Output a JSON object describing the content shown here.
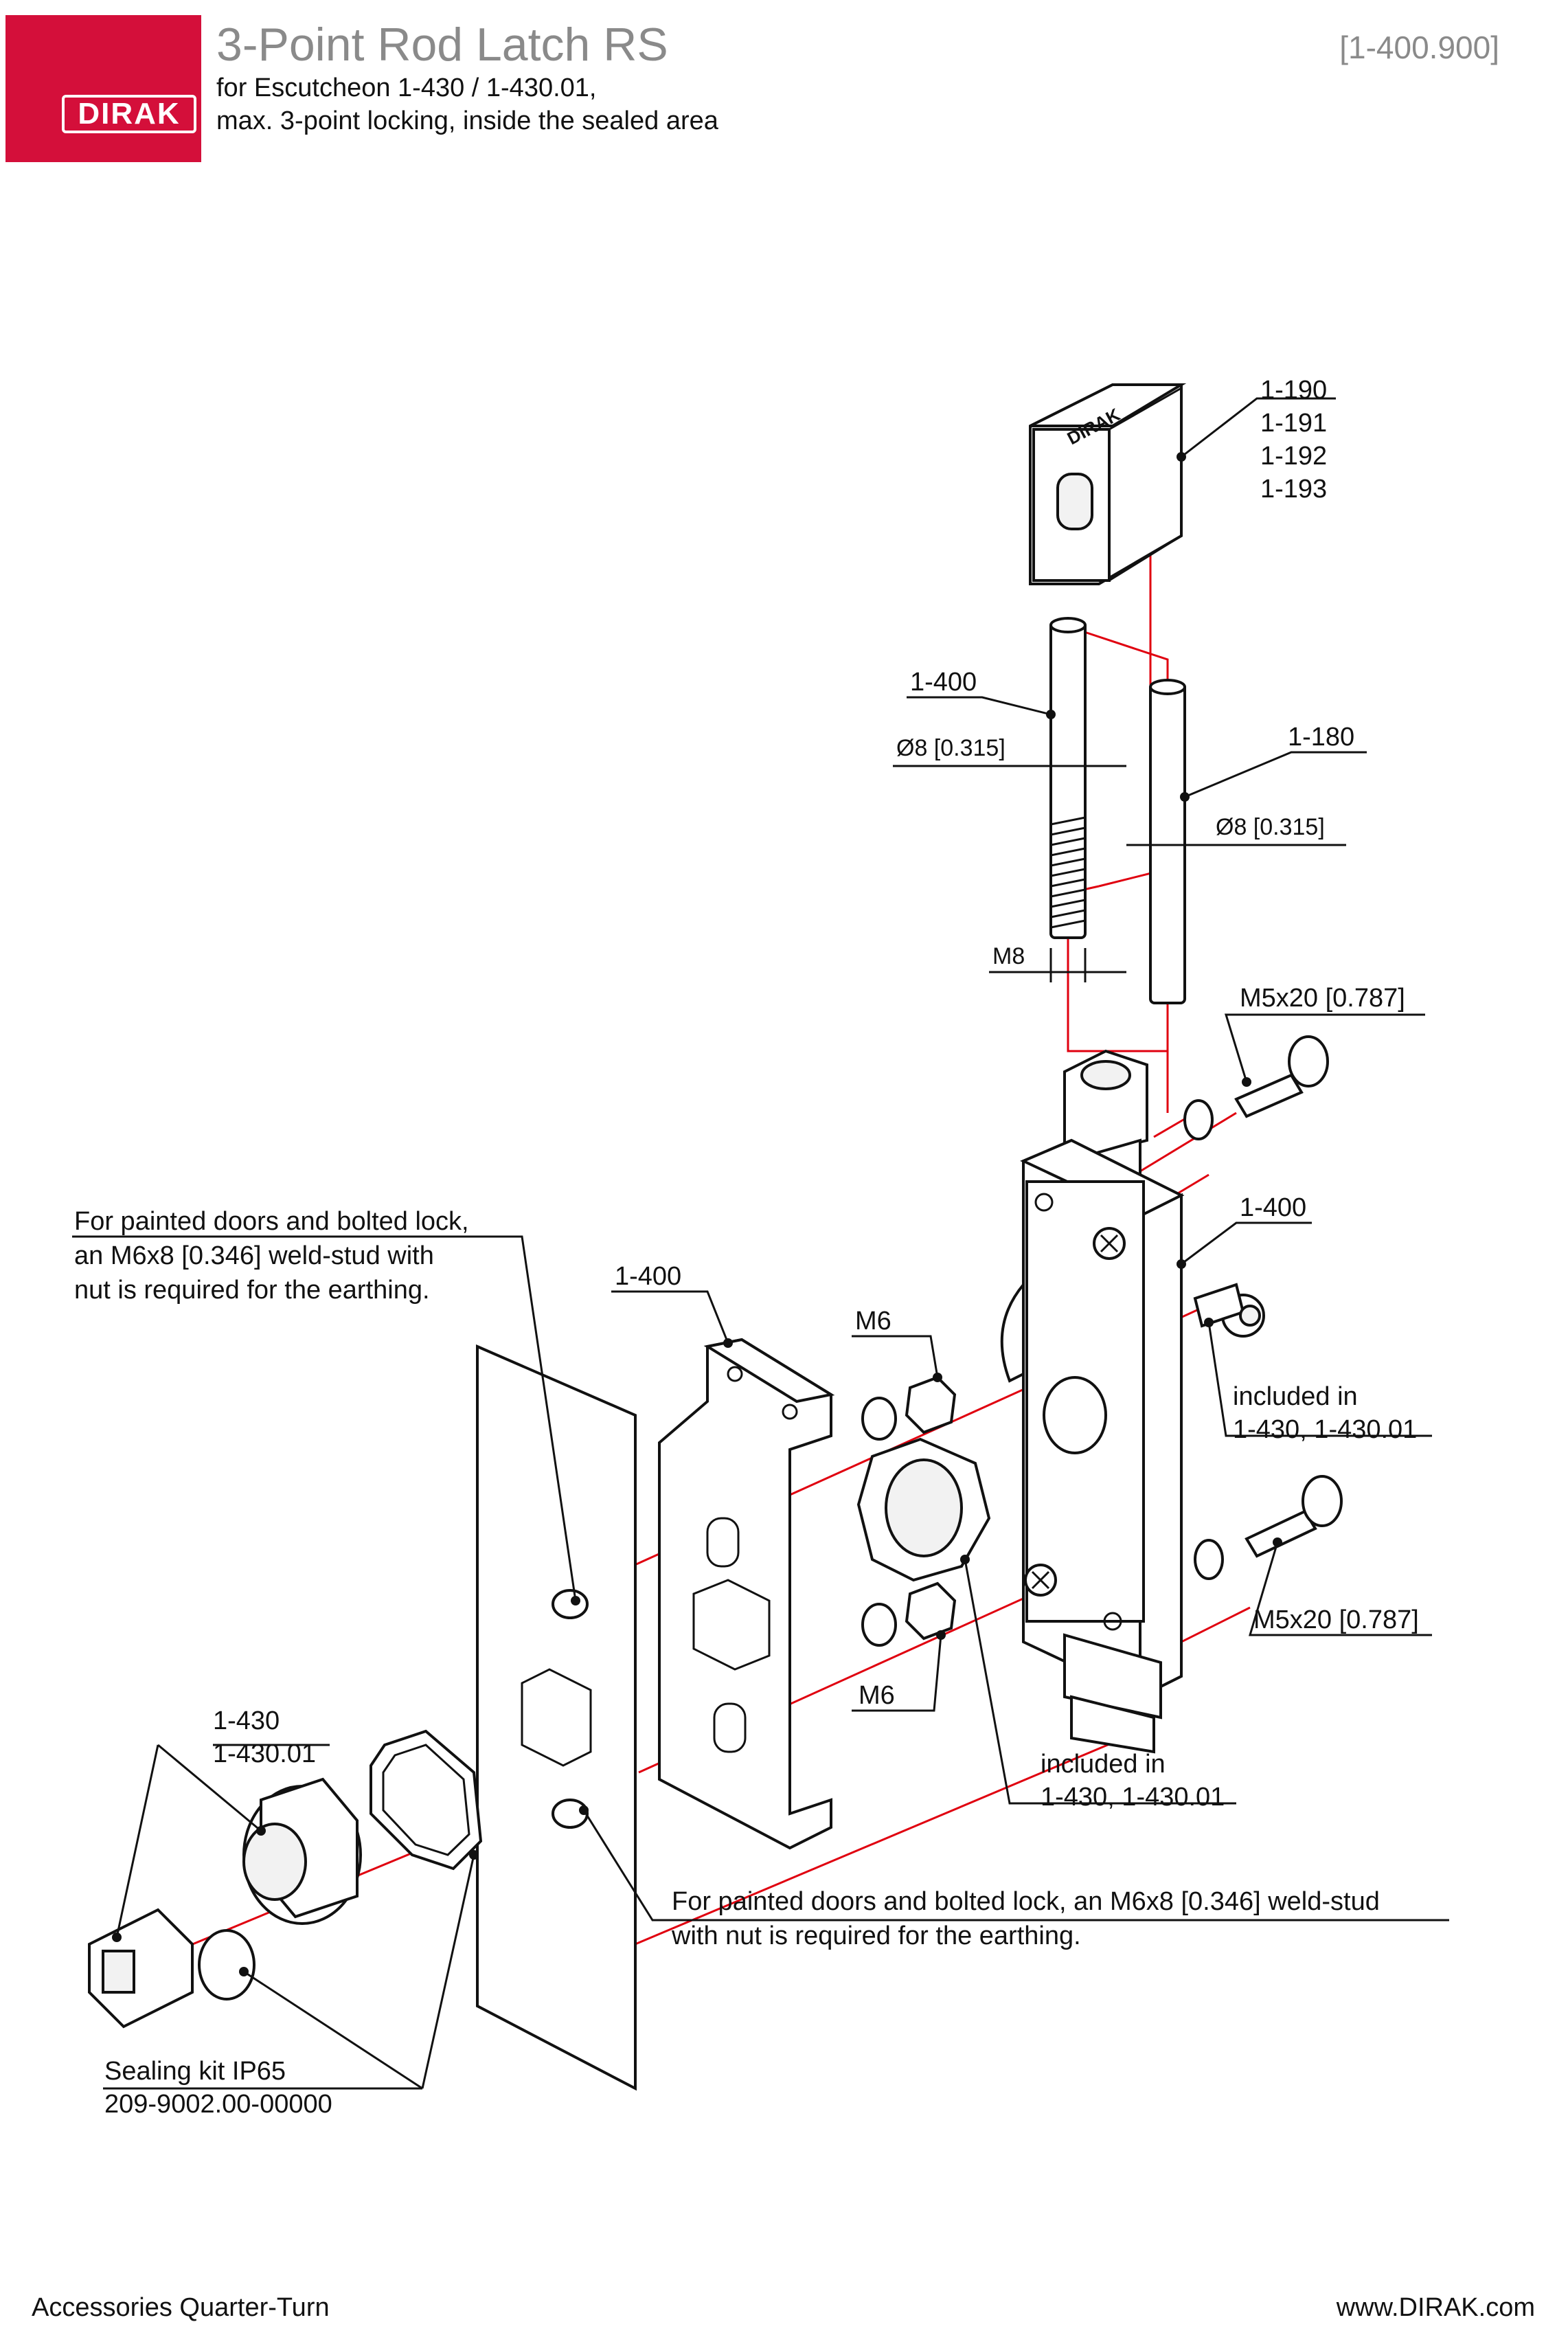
{
  "header": {
    "brand": "DIRAK",
    "title": "3-Point Rod Latch RS",
    "subtitle_line1": "for Escutcheon 1-430 / 1-430.01,",
    "subtitle_line2": "max. 3-point locking, inside the sealed area",
    "part_number": "[1-400.900]"
  },
  "colors": {
    "brand": "#d40f3a",
    "axis": "#e0000f",
    "title_gray": "#8a8a8a"
  },
  "labels": {
    "cam_line1": "1-190",
    "cam_line2": "1-191",
    "cam_line3": "1-192",
    "cam_line4": "1-193",
    "rod_threaded": "1-400",
    "rod_threaded_dia": "Ø8 [0.315]",
    "rod_thread_size": "M8",
    "rod_plain": "1-180",
    "rod_plain_dia": "Ø8 [0.315]",
    "screw_top": "M5x20 [0.787]",
    "latch_body": "1-400",
    "earthing_note_top_line1": "For painted doors and bolted lock,",
    "earthing_note_top_line2": "an M6x8 [0.346] weld-stud with",
    "earthing_note_top_line3": "nut is required for the earthing.",
    "bracket": "1-400",
    "nut_top": "M6",
    "included_right_line1": "included in",
    "included_right_line2": "1-430, 1-430.01",
    "screw_bottom": "M5x20 [0.787]",
    "nut_bottom": "M6",
    "included_center_line1": "included in",
    "included_center_line2": "1-430, 1-430.01",
    "escutcheon_line1": "1-430",
    "escutcheon_line2": "1-430.01",
    "earthing_note_bottom_line1": "For painted doors and bolted lock, an M6x8 [0.346] weld-stud",
    "earthing_note_bottom_line2": "with nut is required for the earthing.",
    "sealing_line1": "Sealing kit IP65",
    "sealing_line2": "209-9002.00-00000"
  },
  "footer": {
    "left": "Accessories Quarter-Turn",
    "right": "www.DIRAK.com"
  }
}
